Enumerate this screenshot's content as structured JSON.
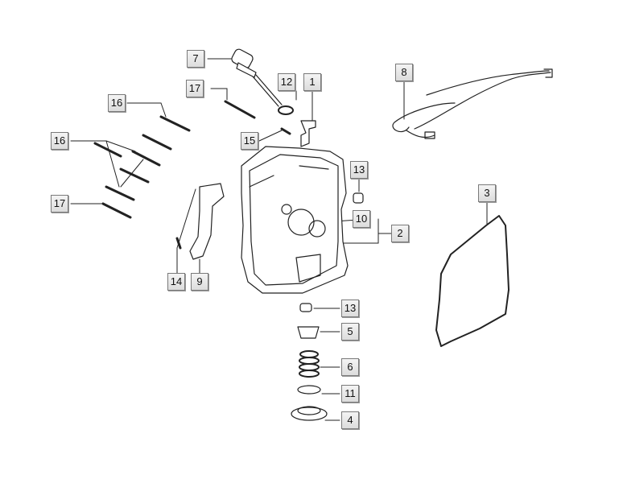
{
  "diagram": {
    "callouts": [
      {
        "id": "c7",
        "label": "7"
      },
      {
        "id": "c12",
        "label": "12"
      },
      {
        "id": "c1",
        "label": "1"
      },
      {
        "id": "c8",
        "label": "8"
      },
      {
        "id": "c17a",
        "label": "17"
      },
      {
        "id": "c16a",
        "label": "16"
      },
      {
        "id": "c15",
        "label": "15"
      },
      {
        "id": "c16b",
        "label": "16"
      },
      {
        "id": "c13a",
        "label": "13"
      },
      {
        "id": "c3",
        "label": "3"
      },
      {
        "id": "c10",
        "label": "10"
      },
      {
        "id": "c2",
        "label": "2"
      },
      {
        "id": "c17b",
        "label": "17"
      },
      {
        "id": "c14",
        "label": "14"
      },
      {
        "id": "c9",
        "label": "9"
      },
      {
        "id": "c13b",
        "label": "13"
      },
      {
        "id": "c5",
        "label": "5"
      },
      {
        "id": "c6",
        "label": "6"
      },
      {
        "id": "c11",
        "label": "11"
      },
      {
        "id": "c4",
        "label": "4"
      }
    ]
  }
}
